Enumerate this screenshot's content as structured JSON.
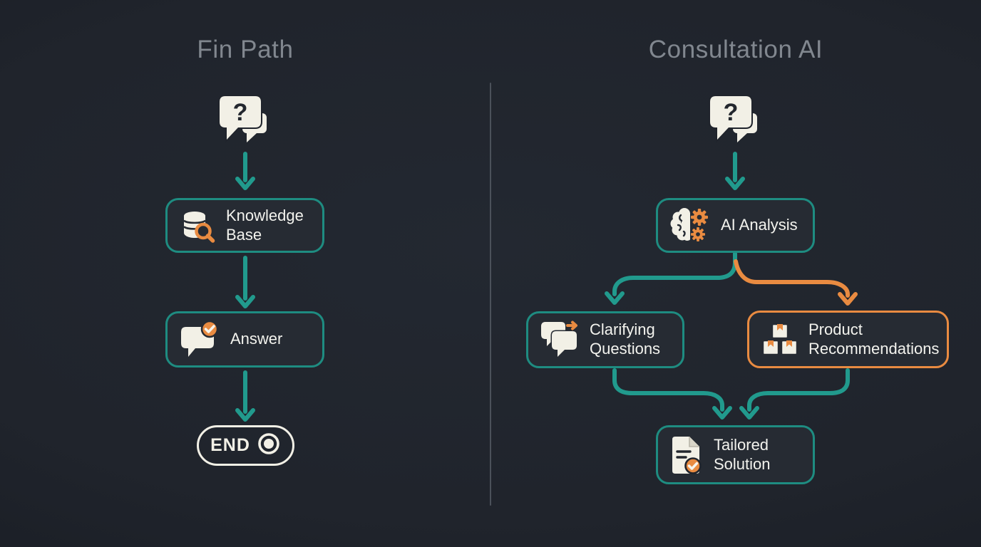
{
  "colors": {
    "teal": "#1e8c81",
    "teal_arrow": "#219a8d",
    "orange": "#e98b41",
    "cream": "#f2f0e6",
    "title_gray": "#81878f",
    "text": "#f3f3ee",
    "node_fill": "#262b33",
    "divider": "#4b515a"
  },
  "diagram": {
    "left": {
      "title": "Fin Path",
      "start_icon": "question-chat-icon",
      "nodes": [
        {
          "id": "knowledge-base",
          "label": "Knowledge Base",
          "icon": "database-search-icon",
          "border": "teal"
        },
        {
          "id": "answer",
          "label": "Answer",
          "icon": "chat-check-icon",
          "border": "teal"
        },
        {
          "id": "end",
          "label": "END",
          "icon": "record-circle-icon",
          "border": "cream"
        }
      ],
      "flow": [
        "question",
        "Knowledge Base",
        "Answer",
        "END"
      ]
    },
    "right": {
      "title": "Consultation AI",
      "start_icon": "question-chat-icon",
      "nodes": [
        {
          "id": "ai-analysis",
          "label": "AI Analysis",
          "icon": "brain-gears-icon",
          "border": "teal"
        },
        {
          "id": "clarifying-questions",
          "label": "Clarifying Questions",
          "icon": "chat-forward-icon",
          "border": "teal"
        },
        {
          "id": "product-recommendations",
          "label": "Product Recommendations",
          "icon": "product-boxes-icon",
          "border": "orange"
        },
        {
          "id": "tailored-solution",
          "label": "Tailored Solution",
          "icon": "document-check-icon",
          "border": "teal"
        }
      ],
      "flow": [
        "question",
        "AI Analysis",
        [
          "Clarifying Questions",
          "Product Recommendations"
        ],
        "Tailored Solution"
      ],
      "branch_colors": {
        "clarifying_questions": "teal",
        "product_recommendations": "orange"
      }
    }
  }
}
